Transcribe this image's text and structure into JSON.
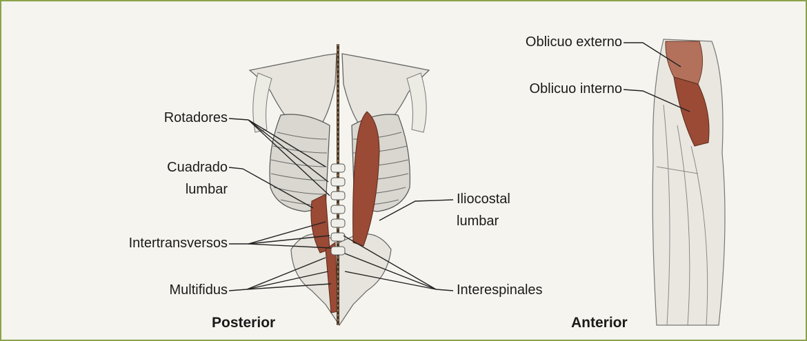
{
  "labels": {
    "rotadores": "Rotadores",
    "cuadrado_1": "Cuadrado",
    "cuadrado_2": "lumbar",
    "intertransversos": "Intertransversos",
    "multifidus": "Multifidus",
    "iliocostal_1": "Iliocostal",
    "iliocostal_2": "lumbar",
    "interespinales": "Interespinales",
    "oblicuo_externo": "Oblicuo externo",
    "oblicuo_interno": "Oblicuo interno"
  },
  "captions": {
    "posterior": "Posterior",
    "anterior": "Anterior"
  },
  "colors": {
    "muscle": "#9a4a35",
    "bone": "#e8e6dd",
    "outline": "#555555",
    "border": "#8aa24a",
    "background": "#f5f4ef"
  }
}
